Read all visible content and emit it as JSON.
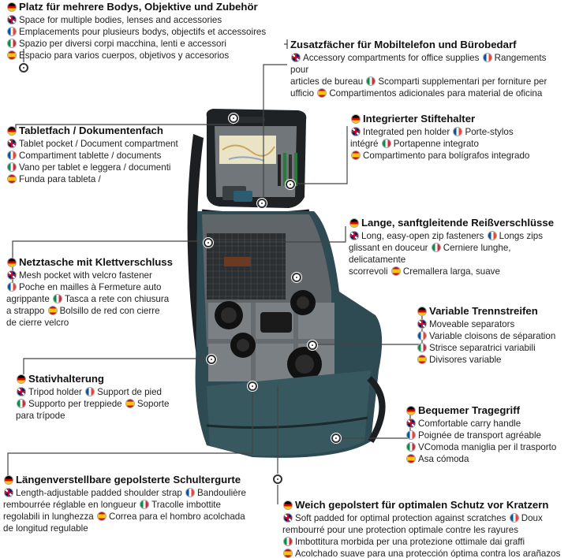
{
  "colors": {
    "leader": "#444444",
    "body_teal": "#2f4f57",
    "interior": "#7d8285",
    "lining": "#8a8f92"
  },
  "image": {
    "name": "camera-backpack-open",
    "description_visible": false
  },
  "callouts": {
    "c1": {
      "title": "Platz für mehrere Bodys, Objektive und Zubehör",
      "lines": [
        {
          "flag": "uk",
          "text": "Space for multiple bodies, lenses and accessories"
        },
        {
          "flag": "fr",
          "text": "Emplacements pour plusieurs bodys, objectifs et accessoires"
        },
        {
          "flag": "it",
          "text": "Spazio per diversi corpi macchina, lenti e accessori"
        },
        {
          "flag": "es",
          "text": "Espacio para varios cuerpos, objetivos y accesorios"
        }
      ]
    },
    "c2": {
      "title": "Zusatzfächer für Mobiltelefon und Bürobedarf",
      "line1_uk": "Accessory compartments for office supplies",
      "line1_fr": "Rangements pour",
      "line2_fr": "articles de bureau",
      "line2_it": "Scomparti supplementari per forniture per",
      "line3_it": "ufficio",
      "line3_es": "Compartimentos adicionales para material de oficina"
    },
    "c3": {
      "title": "Tabletfach / Dokumentenfach",
      "lines": [
        {
          "flag": "uk",
          "text": "Tablet pocket / Document compartment"
        },
        {
          "flag": "fr",
          "text": "Compartiment tablette / documents"
        },
        {
          "flag": "it",
          "text": "Vano per tablet e leggera / documenti"
        },
        {
          "flag": "es",
          "text": "Funda para tableta /"
        }
      ]
    },
    "c4": {
      "title": "Integrierter Stiftehalter",
      "line1_uk": "Integrated pen holder",
      "line1_fr": "Porte-stylos",
      "line2_fr": "intégré",
      "line2_it": "Portapenne integrato",
      "line3_es": "Compartimento para bolígrafos integrado"
    },
    "c5": {
      "title": "Lange, sanftgleitende Reißverschlüsse",
      "line1_uk": "Long, easy-open zip fasteners",
      "line1_fr": "Longs zips",
      "line2_fr": "glissant en douceur",
      "line2_it": "Cerniere lunghe, delicatamente",
      "line3_it": "scorrevoli",
      "line3_es": "Cremallera larga, suave"
    },
    "c6": {
      "title": "Netztasche mit Klettverschluss",
      "line1_uk": "Mesh pocket with velcro fastener",
      "line2_fr": "Poche en mailles à Fermeture auto",
      "line3_fr": "agrippante",
      "line3_it": "Tasca a rete con chiusura",
      "line4_it": "a strappo",
      "line4_es": "Bolsillo de red con cierre",
      "line5_es": "de cierre velcro"
    },
    "c7": {
      "title": "Variable Trennstreifen",
      "lines": [
        {
          "flag": "uk",
          "text": "Moveable separators"
        },
        {
          "flag": "fr",
          "text": "Variable cloisons de séparation"
        },
        {
          "flag": "it",
          "text": "Strisce separatrici variabili"
        },
        {
          "flag": "es",
          "text": "Divisores variable"
        }
      ]
    },
    "c8": {
      "title": "Stativhalterung",
      "line1_uk": "Tripod holder",
      "line1_fr": "Support de pied",
      "line2_it": "Supporto per treppiede",
      "line2_es": "Soporte",
      "line3_es": "para trípode"
    },
    "c9": {
      "title": "Bequemer Tragegriff",
      "lines": [
        {
          "flag": "uk",
          "text": "Comfortable carry handle"
        },
        {
          "flag": "fr",
          "text": "Poignée de transport agréable"
        },
        {
          "flag": "it",
          "text": "VComoda maniglia per il trasporto"
        },
        {
          "flag": "es",
          "text": "Asa cómoda"
        }
      ]
    },
    "c10": {
      "title": "Längenverstellbare gepolsterte Schultergurte",
      "line1_uk": "Length-adjustable padded shoulder strap",
      "line1_fr": "Bandoulière",
      "line2_fr": "rembourrée réglable en longueur",
      "line2_it": "Tracolle imbottite",
      "line3_it": "regolabili in lunghezza",
      "line3_es": "Correa para el hombro acolchada",
      "line4_es": "de longitud regulable"
    },
    "c11": {
      "title": "Weich gepolstert für optimalen Schutz vor Kratzern",
      "line1_uk": "Soft padded for optimal protection against scratches",
      "line1_fr": "Doux",
      "line2_fr": "rembourré pour une protection optimale contre les rayures",
      "line3_it": "Imbottitura morbida per una protezione ottimale dai graffi",
      "line4_es": "Acolchado suave para una protección óptima contra los arañazos"
    }
  }
}
